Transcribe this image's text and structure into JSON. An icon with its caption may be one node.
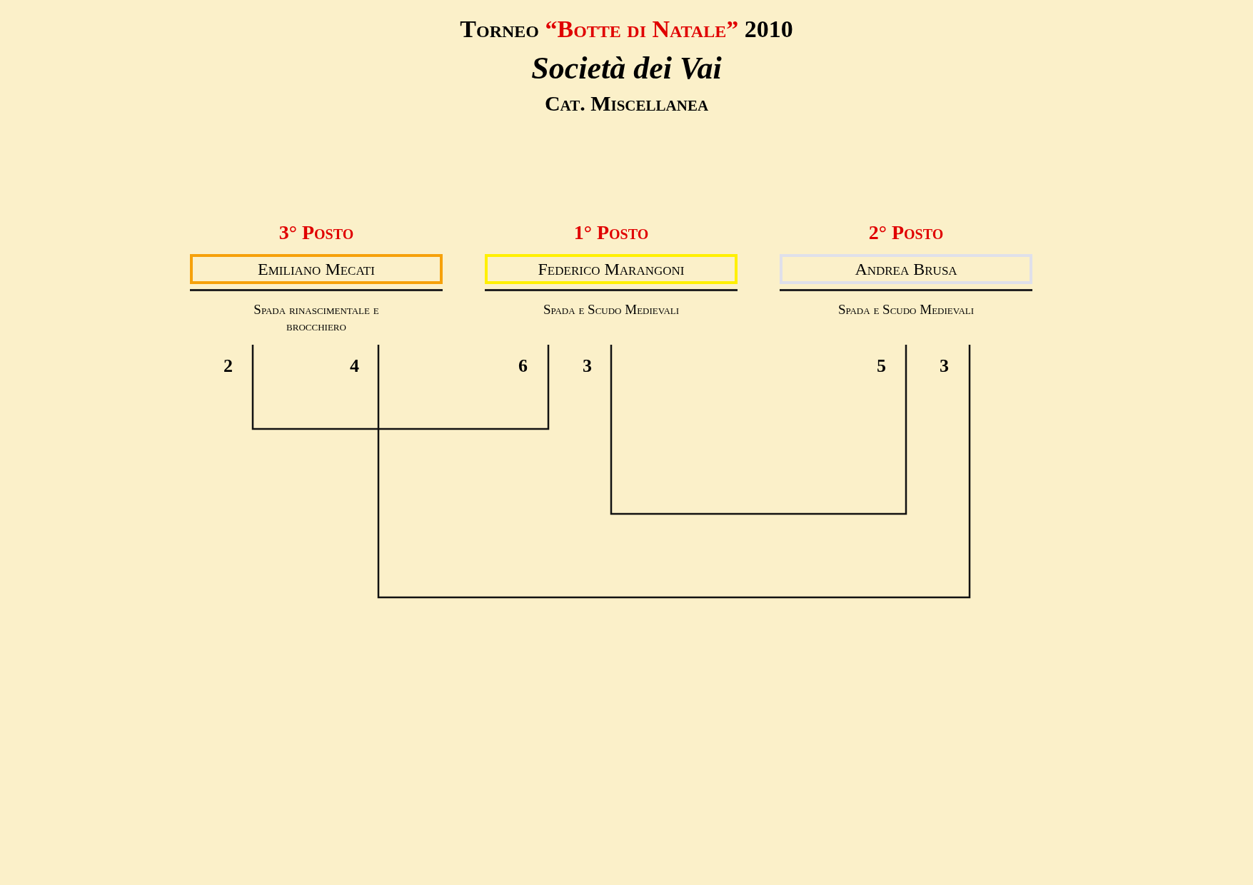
{
  "diagram": {
    "title": "Torneo “Botte di Natale” 2010",
    "nodes": [
      {
        "text": [
          "3° Posto",
          "Emiliano Mecati"
        ],
        "beside": [
          "Spada rinascimentale e brocchiero"
        ]
      },
      {
        "text": [
          "1° Posto",
          "Federico Marangoni"
        ],
        "beside": [
          "Spada e Scudo Medievali"
        ]
      },
      {
        "text": [
          "2° Posto",
          "Andrea Brusa"
        ],
        "beside": [
          "Spada e Scudo Medievali"
        ]
      }
    ],
    "edges": [
      {
        "from": 0,
        "to": 1,
        "arrow": "none"
      },
      {
        "from": 1,
        "to": 2,
        "arrow": "none"
      },
      {
        "from": 0,
        "to": 2,
        "arrow": "none"
      }
    ],
    "labels": [
      "Società dei Vai",
      "Cat. Miscellanea",
      "2",
      "4",
      "6",
      "3",
      "5",
      "3"
    ]
  }
}
